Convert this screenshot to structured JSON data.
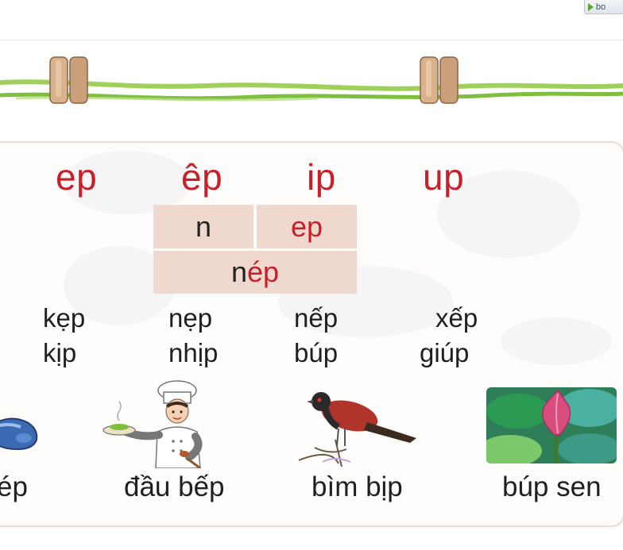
{
  "corner_button": {
    "label": "bo",
    "icon": "play-triangle-icon"
  },
  "rhymes": [
    "ep",
    "êp",
    "ip",
    "up"
  ],
  "demo": {
    "onset": "n",
    "rhyme": "ep",
    "word_prefix": "n",
    "word_rhyme": "ép"
  },
  "word_rows": [
    [
      "kẹp",
      "nẹp",
      "nếp",
      "xếp"
    ],
    [
      "kịp",
      "nhịp",
      "búp",
      "giúp"
    ]
  ],
  "pictures": [
    {
      "caption": "ép",
      "icon": "slippers-icon"
    },
    {
      "caption": "đầu bếp",
      "icon": "chef-icon"
    },
    {
      "caption": "bìm bịp",
      "icon": "bird-icon"
    },
    {
      "caption": "búp sen",
      "icon": "lotus-bud-icon"
    }
  ],
  "colors": {
    "accent_red": "#c8202a",
    "demo_box": "#efd9cf",
    "vine_green": "#8cc94b",
    "clip_tan": "#d2ab86"
  }
}
